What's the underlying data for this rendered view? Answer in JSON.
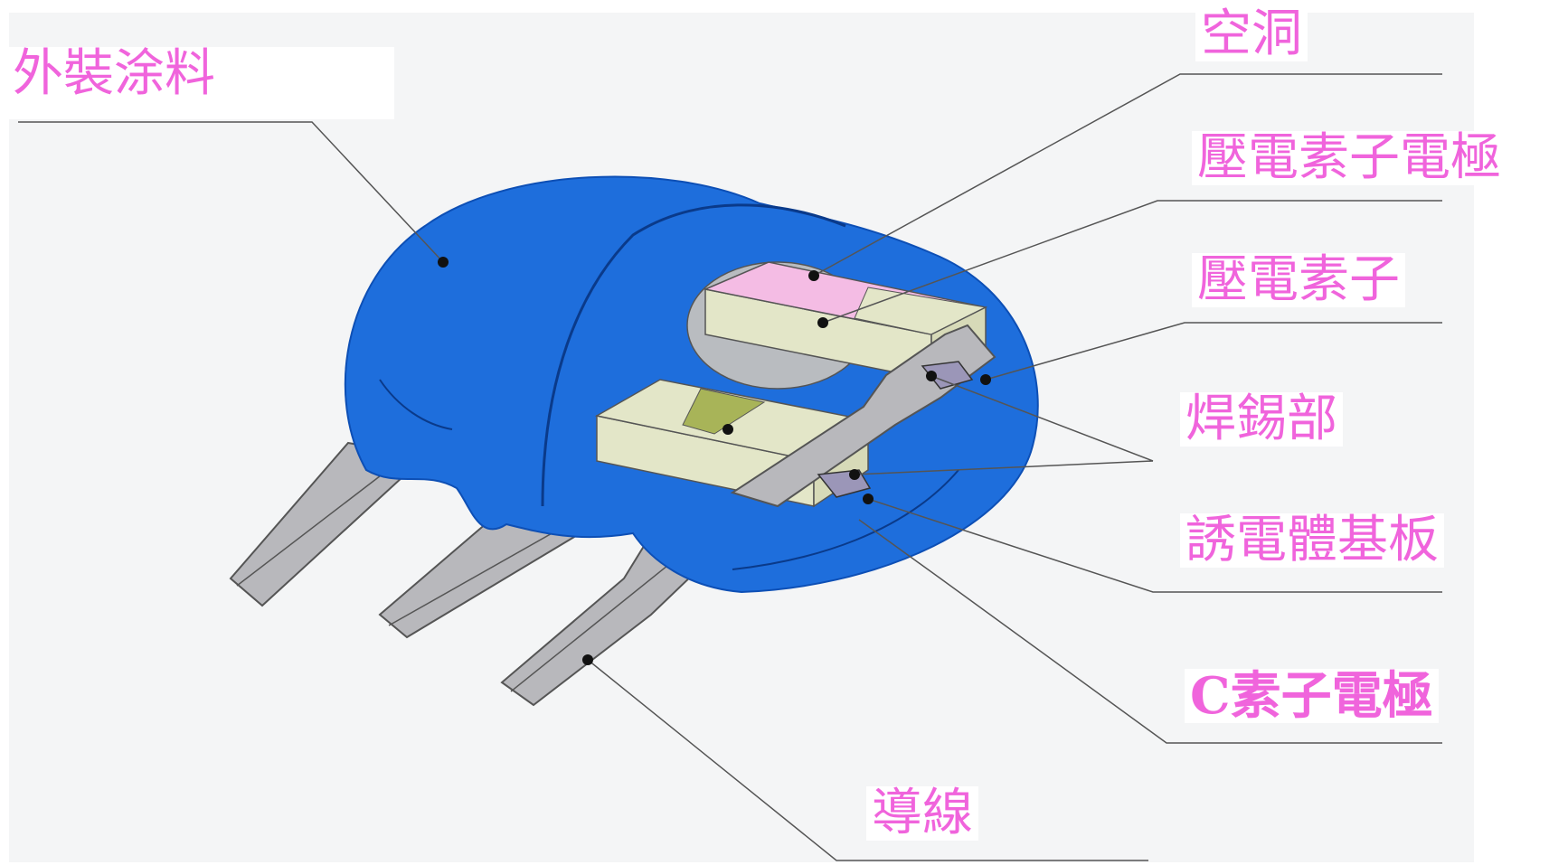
{
  "labels": {
    "coating": "外裝涂料",
    "cavity": "空洞",
    "piezo_electrode": "壓電素子電極",
    "piezo_element": "壓電素子",
    "solder": "焊錫部",
    "dielectric": "誘電體基板",
    "c_electrode": "C素子電極",
    "lead_wire": "導線"
  },
  "colors": {
    "label_text": "#f064dc",
    "coating": "#1e6edc",
    "coating_dark": "#0d4fb5",
    "leader_line": "#555555",
    "panel_bg": "#f4f5f6",
    "lead": "#b4b4b8",
    "lead_edge": "#555555",
    "piezo_top": "#f4bce4",
    "element_cream": "#e3e6c8",
    "dielectric_green": "#a8b458",
    "solder": "#9b96b8"
  }
}
